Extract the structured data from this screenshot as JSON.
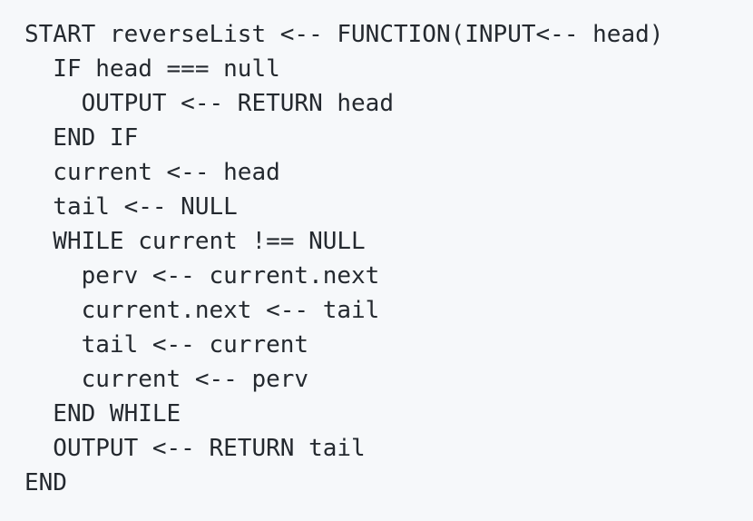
{
  "code": {
    "lines": [
      "START reverseList <-- FUNCTION(INPUT<-- head)",
      "  IF head === null",
      "    OUTPUT <-- RETURN head",
      "  END IF",
      "  current <-- head",
      "  tail <-- NULL",
      "  WHILE current !== NULL",
      "    perv <-- current.next",
      "    current.next <-- tail",
      "    tail <-- current",
      "    current <-- perv",
      "  END WHILE",
      "  OUTPUT <-- RETURN tail",
      "END"
    ]
  }
}
